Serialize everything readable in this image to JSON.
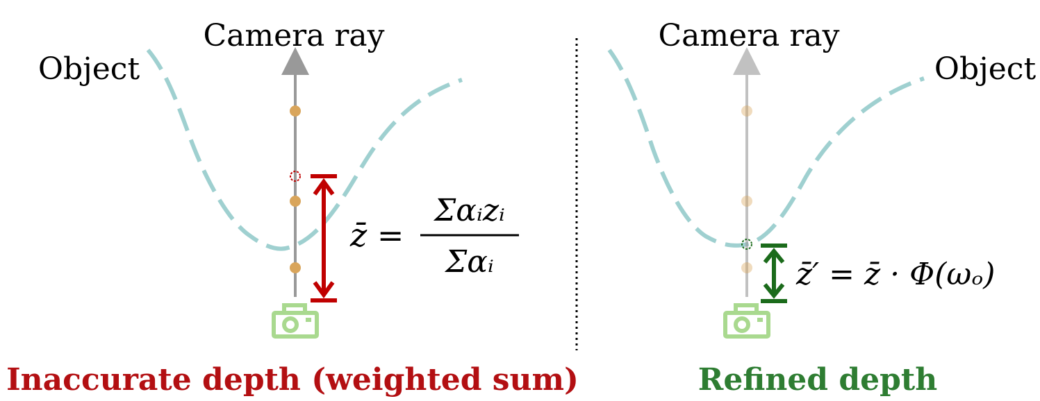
{
  "left_panel": {
    "ray_label": "Camera ray",
    "object_label": "Object",
    "formula_lhs": "z̄ =",
    "formula_numerator": "Σαᵢzᵢ",
    "formula_denominator": "Σαᵢ",
    "caption": "Inaccurate depth (weighted sum)",
    "caption_color": "#b30f12",
    "arrow_color": "#c00000"
  },
  "right_panel": {
    "ray_label": "Camera ray",
    "object_label": "Object",
    "formula": "z̄′ = z̄ · Φ(ωₒ)",
    "caption": "Refined depth",
    "caption_color": "#2e7d32",
    "arrow_color": "#1b6b1b"
  },
  "colors": {
    "object_curve": "#9fd0d0",
    "ray": "#999999",
    "sample_point": "#d9a55b",
    "camera": "#a9d98f",
    "divider": "#000000"
  },
  "icons": [
    "camera-icon",
    "arrow-up-icon",
    "double-arrow-icon"
  ]
}
